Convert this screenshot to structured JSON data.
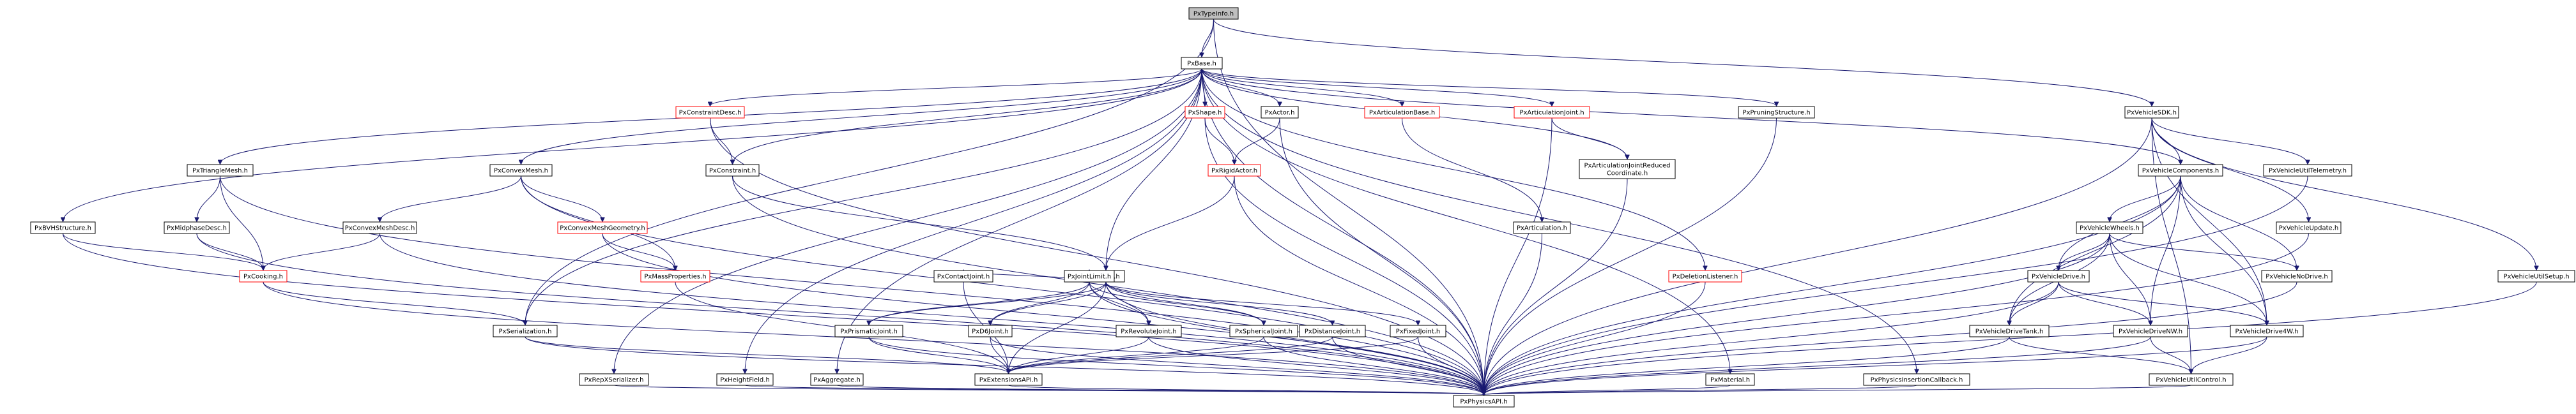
{
  "colors": {
    "edge": "#191970",
    "node_border": "#000000",
    "red_border": "#ff0000",
    "root_fill": "#bfbfbf"
  },
  "nodes": [
    {
      "id": "PxTypeInfo",
      "label": "PxTypeInfo.h",
      "style": "root"
    },
    {
      "id": "PxBase",
      "label": "PxBase.h"
    },
    {
      "id": "PxVehicleSDK",
      "label": "PxVehicleSDK.h"
    },
    {
      "id": "PxConstraintDesc",
      "label": "PxConstraintDesc.h",
      "style": "red"
    },
    {
      "id": "PxShape",
      "label": "PxShape.h",
      "style": "red"
    },
    {
      "id": "PxActor",
      "label": "PxActor.h"
    },
    {
      "id": "PxArticulationBase",
      "label": "PxArticulationBase.h",
      "style": "red"
    },
    {
      "id": "PxArticulationJoint",
      "label": "PxArticulationJoint.h",
      "style": "red"
    },
    {
      "id": "PxPruningStructure",
      "label": "PxPruningStructure.h"
    },
    {
      "id": "PxTriangleMesh",
      "label": "PxTriangleMesh.h"
    },
    {
      "id": "PxConvexMesh",
      "label": "PxConvexMesh.h"
    },
    {
      "id": "PxConstraint",
      "label": "PxConstraint.h"
    },
    {
      "id": "PxRigidActor",
      "label": "PxRigidActor.h",
      "style": "red"
    },
    {
      "id": "PxArticulationJointReducedCoordinate",
      "label": "PxArticulationJointReduced",
      "label2": "Coordinate.h"
    },
    {
      "id": "PxVehicleComponents",
      "label": "PxVehicleComponents.h"
    },
    {
      "id": "PxVehicleUtilTelemetry",
      "label": "PxVehicleUtilTelemetry.h"
    },
    {
      "id": "PxBVHStructure",
      "label": "PxBVHStructure.h"
    },
    {
      "id": "PxMidphaseDesc",
      "label": "PxMidphaseDesc.h"
    },
    {
      "id": "PxConvexMeshDesc",
      "label": "PxConvexMeshDesc.h"
    },
    {
      "id": "PxConvexMeshGeometry",
      "label": "PxConvexMeshGeometry.h",
      "style": "red"
    },
    {
      "id": "PxArticulation",
      "label": "PxArticulation.h"
    },
    {
      "id": "PxVehicleWheels",
      "label": "PxVehicleWheels.h"
    },
    {
      "id": "PxVehicleUpdate",
      "label": "PxVehicleUpdate.h"
    },
    {
      "id": "PxJoint",
      "label": "PxJoint.h"
    },
    {
      "id": "PxCooking",
      "label": "PxCooking.h",
      "style": "red"
    },
    {
      "id": "PxMassProperties",
      "label": "PxMassProperties.h",
      "style": "red"
    },
    {
      "id": "PxContactJoint",
      "label": "PxContactJoint.h"
    },
    {
      "id": "PxJointLimit",
      "label": "PxJointLimit.h"
    },
    {
      "id": "PxDeletionListener",
      "label": "PxDeletionListener.h",
      "style": "red"
    },
    {
      "id": "PxVehicleDrive",
      "label": "PxVehicleDrive.h"
    },
    {
      "id": "PxVehicleNoDrive",
      "label": "PxVehicleNoDrive.h"
    },
    {
      "id": "PxVehicleUtilSetup",
      "label": "PxVehicleUtilSetup.h"
    },
    {
      "id": "PxSerialization",
      "label": "PxSerialization.h"
    },
    {
      "id": "PxPrismaticJoint",
      "label": "PxPrismaticJoint.h"
    },
    {
      "id": "PxD6Joint",
      "label": "PxD6Joint.h"
    },
    {
      "id": "PxRevoluteJoint",
      "label": "PxRevoluteJoint.h"
    },
    {
      "id": "PxSphericalJoint",
      "label": "PxSphericalJoint.h"
    },
    {
      "id": "PxDistanceJoint",
      "label": "PxDistanceJoint.h"
    },
    {
      "id": "PxFixedJoint",
      "label": "PxFixedJoint.h"
    },
    {
      "id": "PxVehicleDriveTank",
      "label": "PxVehicleDriveTank.h"
    },
    {
      "id": "PxVehicleDriveNW",
      "label": "PxVehicleDriveNW.h"
    },
    {
      "id": "PxVehicleDrive4W",
      "label": "PxVehicleDrive4W.h"
    },
    {
      "id": "PxExtensionsAPI",
      "label": "PxExtensionsAPI.h"
    },
    {
      "id": "PxVehicleUtilControl",
      "label": "PxVehicleUtilControl.h"
    },
    {
      "id": "PxRepXSerializer",
      "label": "PxRepXSerializer.h"
    },
    {
      "id": "PxHeightField",
      "label": "PxHeightField.h"
    },
    {
      "id": "PxAggregate",
      "label": "PxAggregate.h"
    },
    {
      "id": "PxMaterial",
      "label": "PxMaterial.h"
    },
    {
      "id": "PxPhysicsInsertionCallback",
      "label": "PxPhysicsInsertionCallback.h"
    },
    {
      "id": "PxPhysicsAPI",
      "label": "PxPhysicsAPI.h"
    }
  ],
  "edges": [
    [
      "PxTypeInfo",
      "PxBase"
    ],
    [
      "PxTypeInfo",
      "PxVehicleSDK"
    ],
    [
      "PxTypeInfo",
      "PxSerialization"
    ],
    [
      "PxTypeInfo",
      "PxPhysicsAPI"
    ],
    [
      "PxBase",
      "PxConstraintDesc"
    ],
    [
      "PxBase",
      "PxShape"
    ],
    [
      "PxBase",
      "PxActor"
    ],
    [
      "PxBase",
      "PxArticulationBase"
    ],
    [
      "PxBase",
      "PxArticulationJoint"
    ],
    [
      "PxBase",
      "PxPruningStructure"
    ],
    [
      "PxBase",
      "PxTriangleMesh"
    ],
    [
      "PxBase",
      "PxConvexMesh"
    ],
    [
      "PxBase",
      "PxConstraint"
    ],
    [
      "PxBase",
      "PxArticulationJointReducedCoordinate"
    ],
    [
      "PxBase",
      "PxVehicleComponents"
    ],
    [
      "PxBase",
      "PxBVHStructure"
    ],
    [
      "PxBase",
      "PxJoint"
    ],
    [
      "PxBase",
      "PxSerialization"
    ],
    [
      "PxBase",
      "PxDeletionListener"
    ],
    [
      "PxBase",
      "PxRepXSerializer"
    ],
    [
      "PxBase",
      "PxHeightField"
    ],
    [
      "PxBase",
      "PxAggregate"
    ],
    [
      "PxBase",
      "PxMaterial"
    ],
    [
      "PxBase",
      "PxPhysicsInsertionCallback"
    ],
    [
      "PxBase",
      "PxPhysicsAPI"
    ],
    [
      "PxVehicleSDK",
      "PxVehicleComponents"
    ],
    [
      "PxVehicleSDK",
      "PxVehicleUtilTelemetry"
    ],
    [
      "PxVehicleSDK",
      "PxVehicleUpdate"
    ],
    [
      "PxVehicleSDK",
      "PxVehicleUtilSetup"
    ],
    [
      "PxVehicleSDK",
      "PxVehicleUtilControl"
    ],
    [
      "PxVehicleSDK",
      "PxVehicleDrive4W"
    ],
    [
      "PxVehicleSDK",
      "PxPhysicsAPI"
    ],
    [
      "PxConstraintDesc",
      "PxConstraint"
    ],
    [
      "PxConstraintDesc",
      "PxPhysicsAPI"
    ],
    [
      "PxShape",
      "PxRigidActor"
    ],
    [
      "PxShape",
      "PxPhysicsAPI"
    ],
    [
      "PxActor",
      "PxRigidActor"
    ],
    [
      "PxActor",
      "PxPhysicsAPI"
    ],
    [
      "PxArticulationBase",
      "PxArticulation"
    ],
    [
      "PxArticulationJoint",
      "PxArticulationJointReducedCoordinate"
    ],
    [
      "PxArticulationJoint",
      "PxPhysicsAPI"
    ],
    [
      "PxPruningStructure",
      "PxPhysicsAPI"
    ],
    [
      "PxTriangleMesh",
      "PxMidphaseDesc"
    ],
    [
      "PxTriangleMesh",
      "PxCooking"
    ],
    [
      "PxTriangleMesh",
      "PxPhysicsAPI"
    ],
    [
      "PxConvexMesh",
      "PxConvexMeshDesc"
    ],
    [
      "PxConvexMesh",
      "PxConvexMeshGeometry"
    ],
    [
      "PxConvexMesh",
      "PxMassProperties"
    ],
    [
      "PxConvexMesh",
      "PxPhysicsAPI"
    ],
    [
      "PxConstraint",
      "PxJoint"
    ],
    [
      "PxConstraint",
      "PxPhysicsAPI"
    ],
    [
      "PxRigidActor",
      "PxJoint"
    ],
    [
      "PxRigidActor",
      "PxPhysicsAPI"
    ],
    [
      "PxArticulationJointReducedCoordinate",
      "PxPhysicsAPI"
    ],
    [
      "PxVehicleComponents",
      "PxVehicleWheels"
    ],
    [
      "PxVehicleComponents",
      "PxVehicleNoDrive"
    ],
    [
      "PxVehicleComponents",
      "PxVehicleDrive"
    ],
    [
      "PxVehicleComponents",
      "PxVehicleDriveTank"
    ],
    [
      "PxVehicleComponents",
      "PxVehicleDriveNW"
    ],
    [
      "PxVehicleComponents",
      "PxVehicleDrive4W"
    ],
    [
      "PxVehicleComponents",
      "PxPhysicsAPI"
    ],
    [
      "PxVehicleUtilTelemetry",
      "PxPhysicsAPI"
    ],
    [
      "PxBVHStructure",
      "PxCooking"
    ],
    [
      "PxBVHStructure",
      "PxPhysicsAPI"
    ],
    [
      "PxMidphaseDesc",
      "PxCooking"
    ],
    [
      "PxMidphaseDesc",
      "PxPhysicsAPI"
    ],
    [
      "PxConvexMeshDesc",
      "PxCooking"
    ],
    [
      "PxConvexMeshDesc",
      "PxPhysicsAPI"
    ],
    [
      "PxConvexMeshGeometry",
      "PxMassProperties"
    ],
    [
      "PxConvexMeshGeometry",
      "PxPhysicsAPI"
    ],
    [
      "PxArticulation",
      "PxPhysicsAPI"
    ],
    [
      "PxVehicleWheels",
      "PxVehicleDrive"
    ],
    [
      "PxVehicleWheels",
      "PxVehicleNoDrive"
    ],
    [
      "PxVehicleWheels",
      "PxVehicleDriveTank"
    ],
    [
      "PxVehicleWheels",
      "PxVehicleDriveNW"
    ],
    [
      "PxVehicleWheels",
      "PxVehicleDrive4W"
    ],
    [
      "PxVehicleWheels",
      "PxPhysicsAPI"
    ],
    [
      "PxVehicleUpdate",
      "PxPhysicsAPI"
    ],
    [
      "PxJoint",
      "PxContactJoint"
    ],
    [
      "PxJoint",
      "PxJointLimit"
    ],
    [
      "PxJoint",
      "PxPrismaticJoint"
    ],
    [
      "PxJoint",
      "PxD6Joint"
    ],
    [
      "PxJoint",
      "PxRevoluteJoint"
    ],
    [
      "PxJoint",
      "PxSphericalJoint"
    ],
    [
      "PxJoint",
      "PxDistanceJoint"
    ],
    [
      "PxJoint",
      "PxFixedJoint"
    ],
    [
      "PxJoint",
      "PxExtensionsAPI"
    ],
    [
      "PxJoint",
      "PxPhysicsAPI"
    ],
    [
      "PxCooking",
      "PxSerialization"
    ],
    [
      "PxCooking",
      "PxPhysicsAPI"
    ],
    [
      "PxMassProperties",
      "PxExtensionsAPI"
    ],
    [
      "PxContactJoint",
      "PxExtensionsAPI"
    ],
    [
      "PxJointLimit",
      "PxPrismaticJoint"
    ],
    [
      "PxJointLimit",
      "PxD6Joint"
    ],
    [
      "PxJointLimit",
      "PxRevoluteJoint"
    ],
    [
      "PxJointLimit",
      "PxSphericalJoint"
    ],
    [
      "PxJointLimit",
      "PxPhysicsAPI"
    ],
    [
      "PxDeletionListener",
      "PxPhysicsAPI"
    ],
    [
      "PxVehicleDrive",
      "PxVehicleDriveTank"
    ],
    [
      "PxVehicleDrive",
      "PxVehicleDriveNW"
    ],
    [
      "PxVehicleDrive",
      "PxVehicleDrive4W"
    ],
    [
      "PxVehicleDrive",
      "PxPhysicsAPI"
    ],
    [
      "PxVehicleNoDrive",
      "PxPhysicsAPI"
    ],
    [
      "PxVehicleUtilSetup",
      "PxPhysicsAPI"
    ],
    [
      "PxSerialization",
      "PxExtensionsAPI"
    ],
    [
      "PxSerialization",
      "PxPhysicsAPI"
    ],
    [
      "PxPrismaticJoint",
      "PxExtensionsAPI"
    ],
    [
      "PxPrismaticJoint",
      "PxPhysicsAPI"
    ],
    [
      "PxD6Joint",
      "PxExtensionsAPI"
    ],
    [
      "PxD6Joint",
      "PxPhysicsAPI"
    ],
    [
      "PxRevoluteJoint",
      "PxExtensionsAPI"
    ],
    [
      "PxRevoluteJoint",
      "PxPhysicsAPI"
    ],
    [
      "PxSphericalJoint",
      "PxExtensionsAPI"
    ],
    [
      "PxSphericalJoint",
      "PxPhysicsAPI"
    ],
    [
      "PxDistanceJoint",
      "PxExtensionsAPI"
    ],
    [
      "PxDistanceJoint",
      "PxPhysicsAPI"
    ],
    [
      "PxFixedJoint",
      "PxExtensionsAPI"
    ],
    [
      "PxFixedJoint",
      "PxPhysicsAPI"
    ],
    [
      "PxVehicleDriveTank",
      "PxVehicleUtilControl"
    ],
    [
      "PxVehicleDriveTank",
      "PxPhysicsAPI"
    ],
    [
      "PxVehicleDriveNW",
      "PxVehicleUtilControl"
    ],
    [
      "PxVehicleDriveNW",
      "PxPhysicsAPI"
    ],
    [
      "PxVehicleDrive4W",
      "PxVehicleUtilControl"
    ],
    [
      "PxVehicleDrive4W",
      "PxPhysicsAPI"
    ],
    [
      "PxExtensionsAPI",
      "PxPhysicsAPI"
    ],
    [
      "PxVehicleUtilControl",
      "PxPhysicsAPI"
    ],
    [
      "PxRepXSerializer",
      "PxPhysicsAPI"
    ],
    [
      "PxHeightField",
      "PxPhysicsAPI"
    ],
    [
      "PxAggregate",
      "PxPhysicsAPI"
    ],
    [
      "PxMaterial",
      "PxPhysicsAPI"
    ],
    [
      "PxPhysicsInsertionCallback",
      "PxPhysicsAPI"
    ]
  ]
}
